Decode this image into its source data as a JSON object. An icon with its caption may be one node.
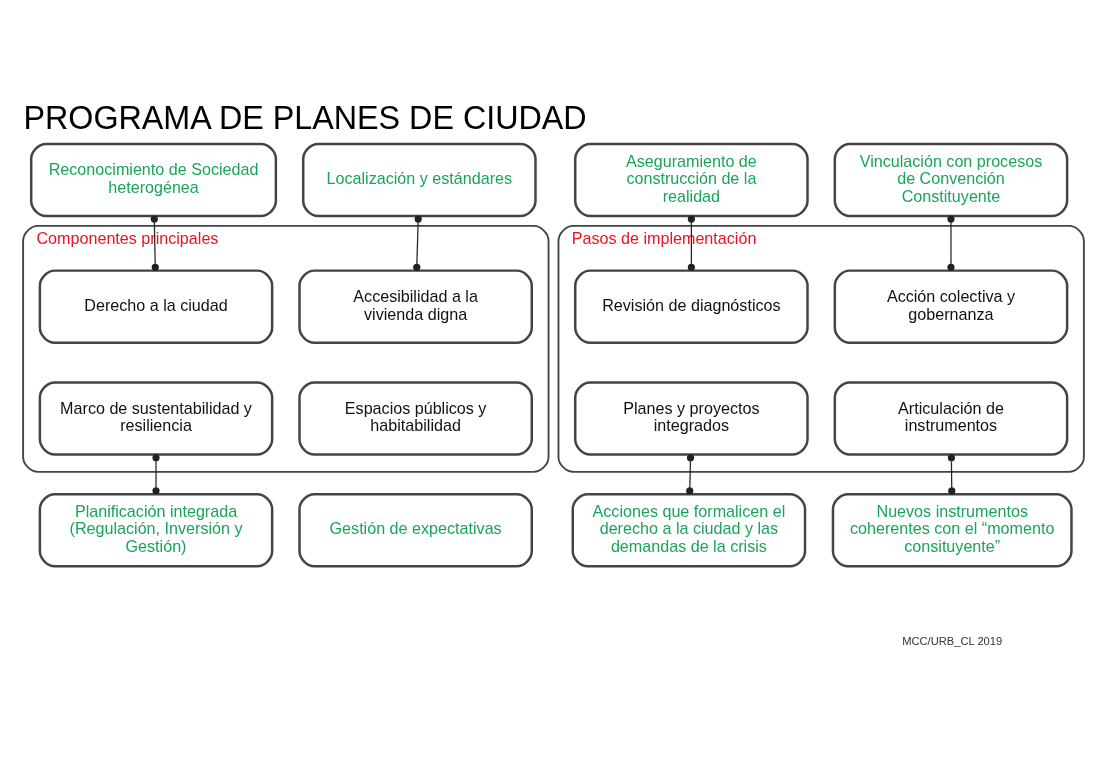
{
  "diagram": {
    "title": "PROGRAMA DE PLANES DE CIUDAD",
    "nodes": [
      {
        "text": [
          "Reconocimiento de Sociedad heterogénea"
        ]
      },
      {
        "text": [
          "Localización y estándares"
        ]
      },
      {
        "text": [
          "Aseguramiento de construcción de la realidad"
        ]
      },
      {
        "text": [
          "Vinculación con procesos de Convención Constituyente"
        ]
      },
      {
        "text": [
          "Componentes principales"
        ]
      },
      {
        "text": [
          "Derecho a la ciudad"
        ],
        "in": 4
      },
      {
        "text": [
          "Accesibilidad a la vivienda digna"
        ],
        "in": 4
      },
      {
        "text": [
          "Pasos de implementación"
        ]
      },
      {
        "text": [
          "Revisión de diagnósticos"
        ],
        "in": 7
      },
      {
        "text": [
          "Acción colectiva y gobernanza"
        ],
        "in": 7
      },
      {
        "text": [
          "Marco de sustentabilidad y resiliencia"
        ],
        "in": 4
      },
      {
        "text": [
          "Espacios públicos y habitabilidad"
        ],
        "in": 4
      },
      {
        "text": [
          "Planes y proyectos integrados"
        ],
        "in": 7
      },
      {
        "text": [
          "Articulación de instrumentos"
        ],
        "in": 7
      },
      {
        "text": [
          "Planificación integrada (Regulación, Inversión y Gestión)"
        ]
      },
      {
        "text": [
          "Gestión de expectativas"
        ]
      },
      {
        "text": [
          "Acciones que formalicen el derecho a la ciudad y las demandas de la crisis"
        ]
      },
      {
        "text": [
          "Nuevos instrumentos coherentes con el “momento consituyente”"
        ]
      }
    ],
    "edges": [
      {
        "from": 0,
        "to": 5,
        "arrow": "other"
      },
      {
        "from": 1,
        "to": 6,
        "arrow": "other"
      },
      {
        "from": 2,
        "to": 8,
        "arrow": "other"
      },
      {
        "from": 3,
        "to": 9,
        "arrow": "other"
      },
      {
        "from": 10,
        "to": 14,
        "arrow": "other"
      },
      {
        "from": 12,
        "to": 16,
        "arrow": "other"
      },
      {
        "from": 13,
        "to": 17,
        "arrow": "other"
      }
    ],
    "labels": [
      "MCC/URB_CL 2019"
    ]
  }
}
